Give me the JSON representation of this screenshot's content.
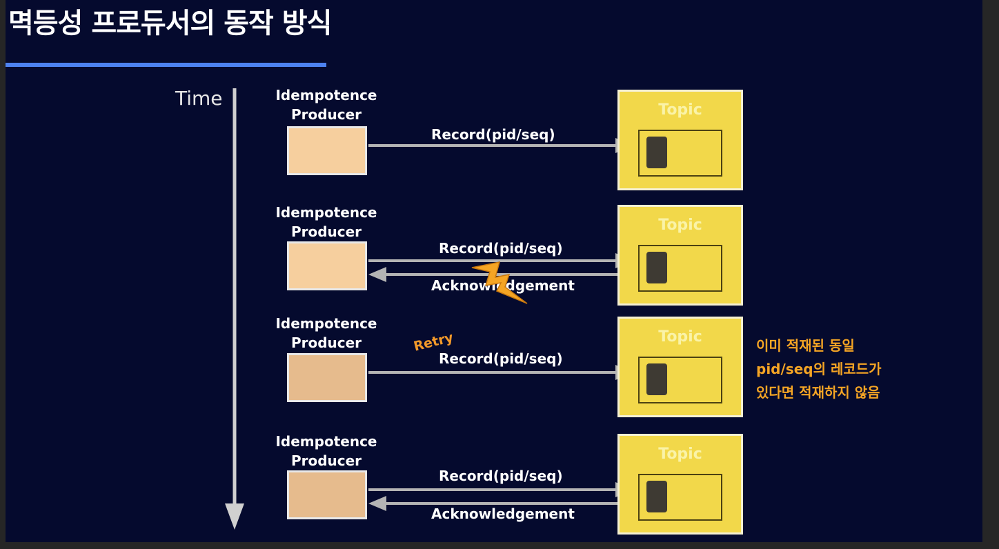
{
  "slide": {
    "title": "멱등성 프로듀서의 동작 방식",
    "time_label": "Time"
  },
  "colors": {
    "background": "#050a2e",
    "accent_underline": "#4d82f0",
    "producer_fill": "#f6cf9e",
    "topic_fill": "#f2d84a",
    "arrow": "#b4b4b4",
    "retry": "#f39a2a",
    "annotation": "#f5a524",
    "lightning": "#f5a524"
  },
  "rows": [
    {
      "producer_label_line1": "Idempotence",
      "producer_label_line2": "Producer",
      "topic_label": "Topic",
      "record_label": "Record(pid/seq)"
    },
    {
      "producer_label_line1": "Idempotence",
      "producer_label_line2": "Producer",
      "topic_label": "Topic",
      "record_label": "Record(pid/seq)",
      "ack_label": "Acknowledgement",
      "failure_icon": "lightning-icon"
    },
    {
      "producer_label_line1": "Idempotence",
      "producer_label_line2": "Producer",
      "topic_label": "Topic",
      "record_label": "Record(pid/seq)",
      "retry_label": "Retry"
    },
    {
      "producer_label_line1": "Idempotence",
      "producer_label_line2": "Producer",
      "topic_label": "Topic",
      "record_label": "Record(pid/seq)",
      "ack_label": "Acknowledgement"
    }
  ],
  "annotation": {
    "line1": "이미 적재된 동일",
    "line2": "pid/seq의 레코드가",
    "line3": "있다면 적재하지 않음"
  }
}
